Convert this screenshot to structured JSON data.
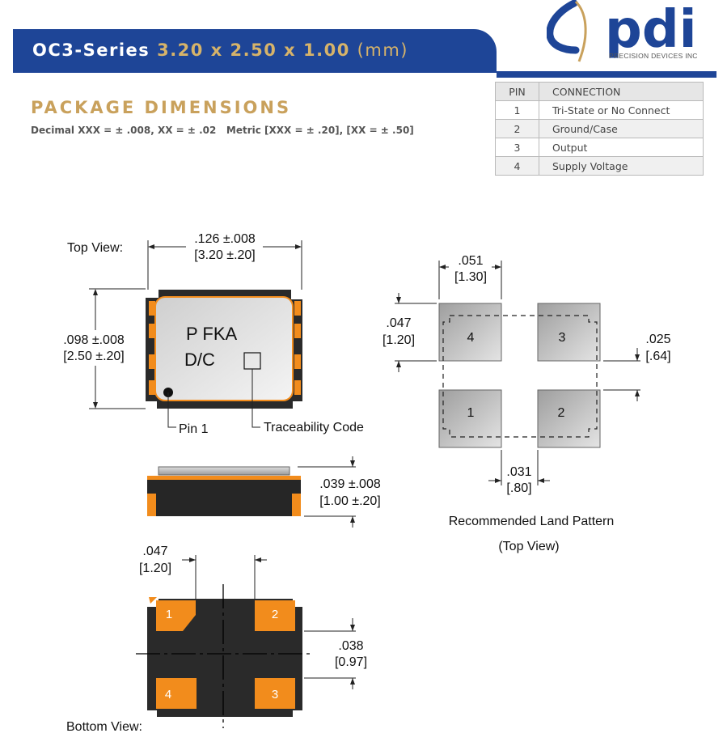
{
  "header": {
    "series": "OC3-Series",
    "dimensions": "3.20 x 2.50 x 1.00",
    "unit": "(mm)",
    "logo_text": "pdi",
    "logo_subtitle": "PRECISION DEVICES INC",
    "colors": {
      "brand_blue": "#1e4597",
      "accent_gold": "#c9a15c",
      "pad_orange": "#f28c1c"
    }
  },
  "package": {
    "title": "PACKAGE DIMENSIONS",
    "tolerance_note": "Decimal XXX = ± .008, XX = ± .02   Metric [XXX = ± .20], [XX = ± .50]"
  },
  "pin_table": {
    "headers": [
      "PIN",
      "CONNECTION"
    ],
    "rows": [
      {
        "pin": "1",
        "connection": "Tri-State or No Connect"
      },
      {
        "pin": "2",
        "connection": "Ground/Case"
      },
      {
        "pin": "3",
        "connection": "Output"
      },
      {
        "pin": "4",
        "connection": "Supply Voltage"
      }
    ]
  },
  "top_view": {
    "label": "Top View:",
    "width_dim": ".126 ±.008",
    "width_dim_metric": "[3.20 ±.20]",
    "height_dim": ".098 ±.008",
    "height_dim_metric": "[2.50 ±.20]",
    "marking_line1": "P  FKA",
    "marking_line2": "D/C",
    "pin1_label": "Pin 1",
    "traceability_label": "Traceability Code"
  },
  "side_view": {
    "height_dim": ".039 ±.008",
    "height_dim_metric": "[1.00 ±.20]"
  },
  "bottom_view": {
    "label": "Bottom View:",
    "pad_width_dim": ".047",
    "pad_width_dim_metric": "[1.20]",
    "pad_height_dim": ".038",
    "pad_height_dim_metric": "[0.97]",
    "pads": [
      "1",
      "2",
      "4",
      "3"
    ]
  },
  "land_pattern": {
    "width_dim": ".051",
    "width_dim_metric": "[1.30]",
    "height_dim": ".047",
    "height_dim_metric": "[1.20]",
    "gap_v_dim": ".025",
    "gap_v_dim_metric": "[.64]",
    "gap_h_dim": ".031",
    "gap_h_dim_metric": "[.80]",
    "pads": [
      "4",
      "3",
      "1",
      "2"
    ],
    "caption1": "Recommended Land Pattern",
    "caption2": "(Top View)"
  }
}
